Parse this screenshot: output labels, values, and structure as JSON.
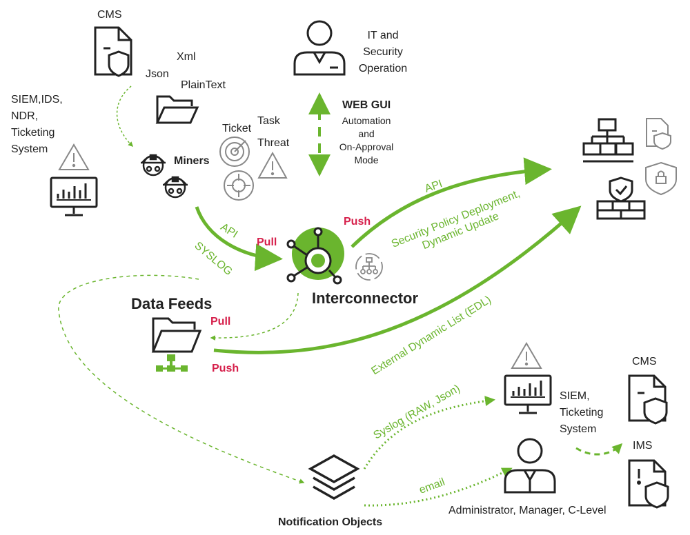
{
  "colors": {
    "accent_green": "#6ab52e",
    "push_pull_red": "#d6204b",
    "icon_dark": "#222222",
    "icon_gray": "#888888"
  },
  "sources": {
    "cms_label": "CMS",
    "formats": [
      "Xml",
      "Json",
      "PlainText"
    ],
    "siem_label": "SIEM,IDS,\nNDR,\nTicketing\nSystem",
    "miners_label": "Miners",
    "ticket_label": "Ticket",
    "task_label": "Task",
    "threat_label": "Threat"
  },
  "operator": {
    "label": "IT and\nSecurity\nOperation",
    "web_gui_title": "WEB GUI",
    "web_gui_modes": "Automation\nand\nOn-Approval\nMode"
  },
  "hub": {
    "label": "Interconnector",
    "pull_label": "Pull",
    "push_label": "Push",
    "api_label": "API",
    "syslog_label": "SYSLOG"
  },
  "outbound": {
    "api_label": "API",
    "policy_label": "Security Policy Deployment,\nDynamic Update",
    "edl_label": "External Dynamic List (EDL)"
  },
  "data_feeds": {
    "title": "Data Feeds",
    "pull_label": "Pull",
    "push_label": "Push"
  },
  "notifications": {
    "title": "Notification Objects",
    "syslog_label": "Syslog (RAW, Json)",
    "email_label": "email",
    "siem_label": "SIEM,\nTicketing\nSystem",
    "people_label": "Administrator, Manager, C-Level",
    "cms_label": "CMS",
    "ims_label": "IMS"
  }
}
